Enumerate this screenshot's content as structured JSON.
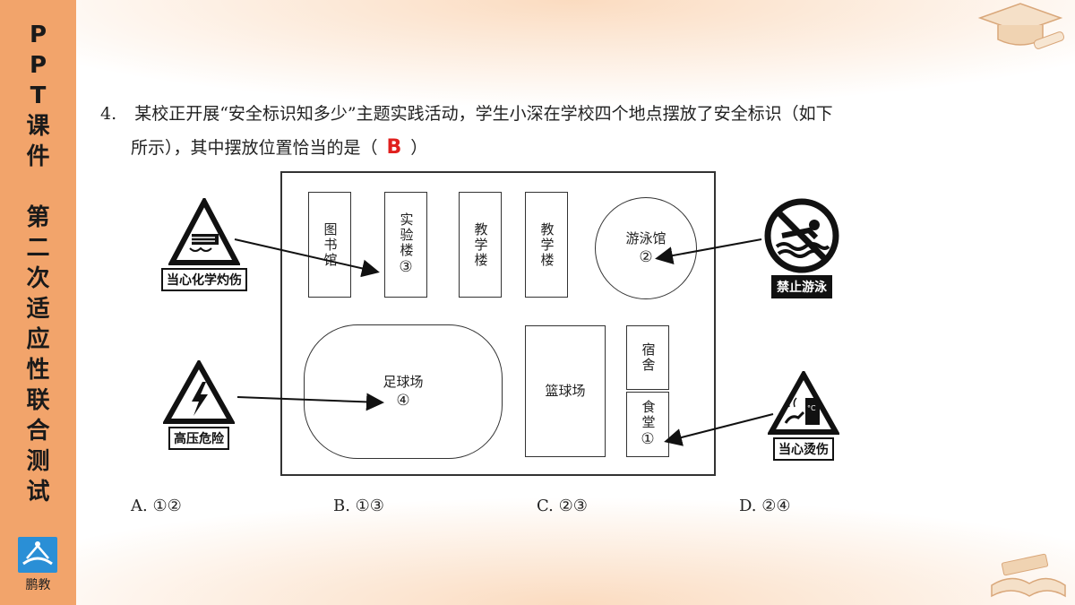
{
  "sidebar": {
    "title_top": [
      "P",
      "P",
      "T",
      "课",
      "件"
    ],
    "title_bottom": [
      "第",
      "二",
      "次",
      "适",
      "应",
      "性",
      "联",
      "合",
      "测",
      "试"
    ],
    "brand": "鹏教"
  },
  "question": {
    "number": "4.",
    "line1": "某校正开展“安全标识知多少”主题实践活动，学生小深在学校四个地点摆放了安全标识（如下",
    "line2_before": "所示），其中摆放位置恰当的是（",
    "answer": "B",
    "line2_after": "）"
  },
  "map": {
    "library": "图书馆",
    "lab": "实验楼",
    "lab_marker": "③",
    "teaching1": "教学楼",
    "teaching2": "教学楼",
    "pool": "游泳馆",
    "pool_marker": "②",
    "football": "足球场",
    "football_marker": "④",
    "basketball": "篮球场",
    "dorm": "宿舍",
    "canteen": "食堂",
    "canteen_marker": "①"
  },
  "signs": {
    "chemical": "当心化学灼伤",
    "voltage": "高压危险",
    "no_swim": "禁止游泳",
    "scald": "当心烫伤"
  },
  "options": {
    "a": "A. ①②",
    "b": "B. ①③",
    "c": "C. ②③",
    "d": "D. ②④"
  },
  "colors": {
    "sidebar": "#f2a46b",
    "answer": "#e0201e",
    "brand_logo": "#2a8fd6"
  }
}
